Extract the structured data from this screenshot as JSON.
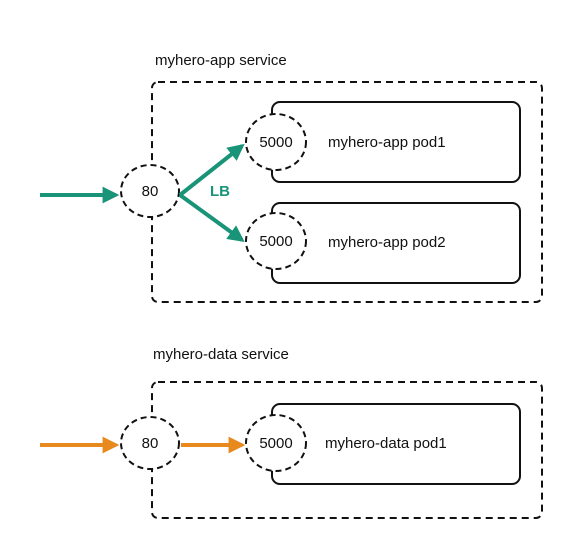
{
  "colors": {
    "app_flow": "#1a9478",
    "data_flow": "#e8891e",
    "stroke": "#111111",
    "background": "#ffffff"
  },
  "app_service": {
    "title": "myhero-app service",
    "port": "80",
    "lb_label": "LB",
    "pods": [
      {
        "target_port": "5000",
        "label": "myhero-app pod1"
      },
      {
        "target_port": "5000",
        "label": "myhero-app pod2"
      }
    ]
  },
  "data_service": {
    "title": "myhero-data service",
    "port": "80",
    "pods": [
      {
        "target_port": "5000",
        "label": "myhero-data pod1"
      }
    ]
  }
}
